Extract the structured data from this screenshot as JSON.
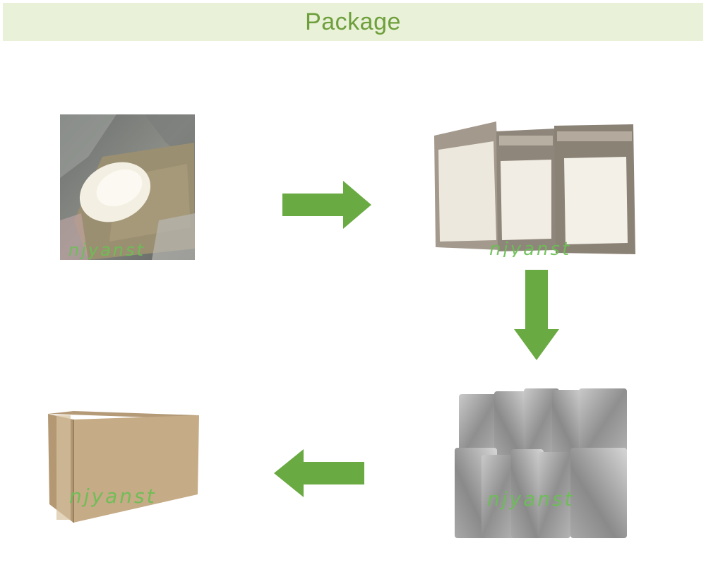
{
  "header": {
    "title": "Package"
  },
  "watermark": "njyanst",
  "colors": {
    "banner_bg": "#e9f2d8",
    "title": "#6f9f3c",
    "arrow": "#6aaa43",
    "watermark": "#6bbf55"
  },
  "steps": [
    {
      "name": "bulk-powder-photo",
      "watermark": "njyanst"
    },
    {
      "name": "zip-bags-photo",
      "watermark": "njyanst"
    },
    {
      "name": "foil-bags-photo",
      "watermark": "njyanst"
    },
    {
      "name": "carton-box-photo",
      "watermark": "njyanst"
    }
  ],
  "arrows": [
    "right",
    "down",
    "left"
  ]
}
